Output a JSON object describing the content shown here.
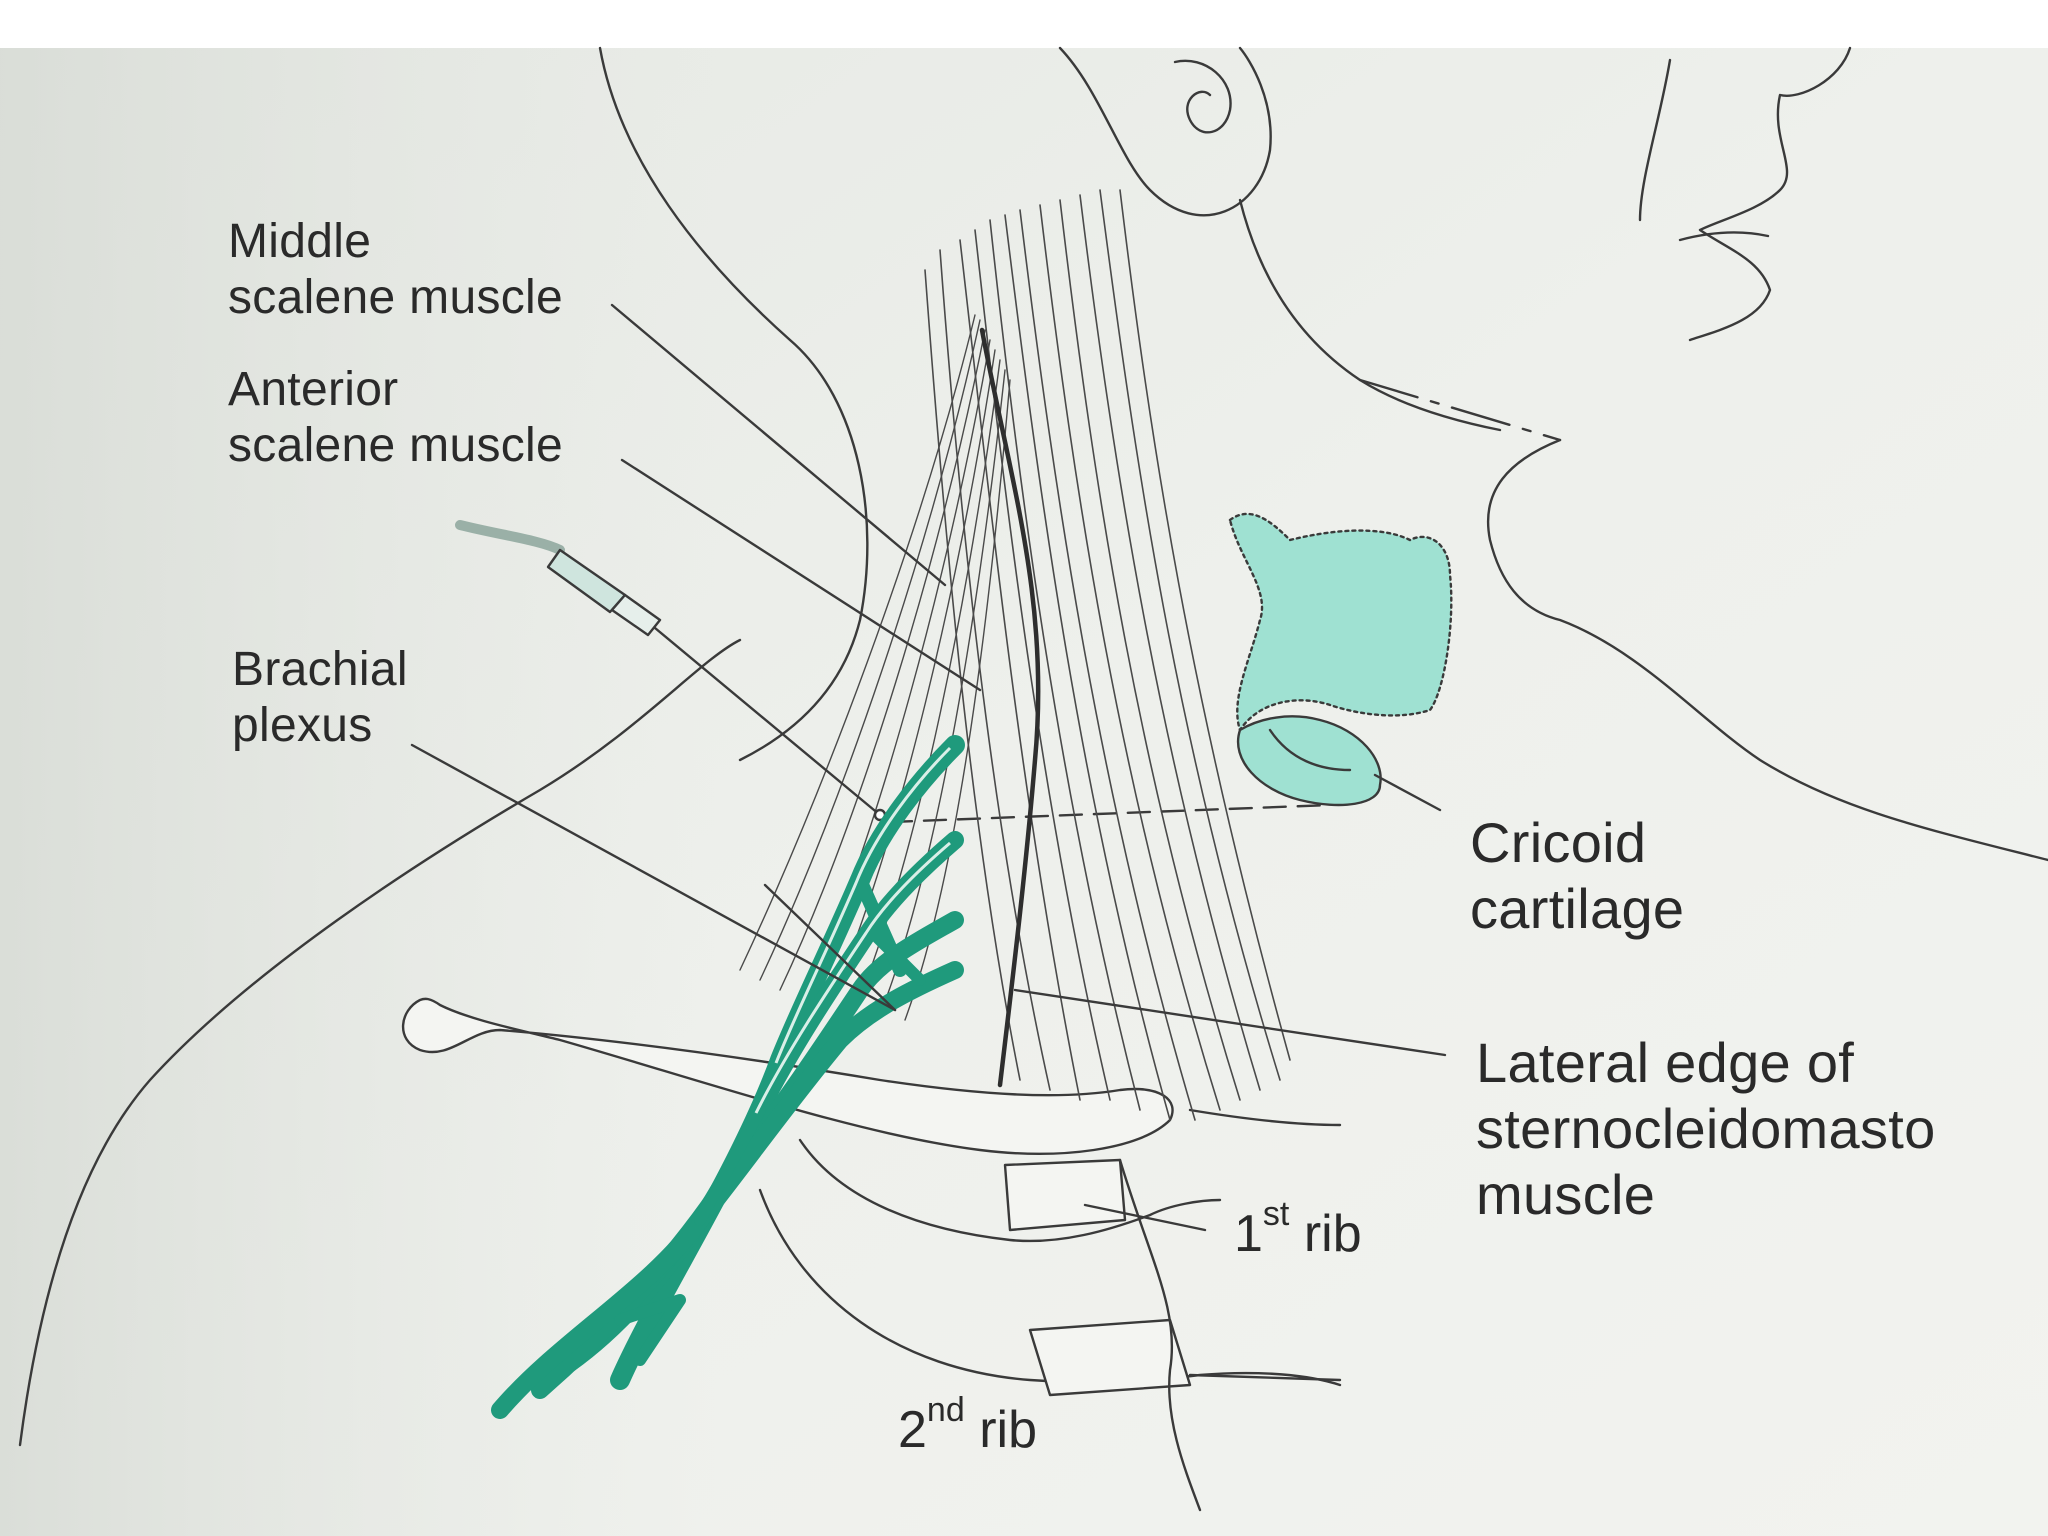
{
  "labels": {
    "middle_scalene": {
      "line1": "Middle",
      "line2": "scalene muscle"
    },
    "anterior_scalene": {
      "line1": "Anterior",
      "line2": "scalene muscle"
    },
    "brachial_plexus": {
      "line1": "Brachial",
      "line2": "plexus"
    },
    "cricoid": {
      "line1": "Cricoid",
      "line2": "cartilage"
    },
    "lateral_edge": {
      "line1": "Lateral edge of",
      "line2": "sternocleidomasto",
      "line3": "muscle"
    },
    "first_rib": {
      "num": "1",
      "sup": "st",
      "word": "rib"
    },
    "second_rib": {
      "num": "2",
      "sup": "nd",
      "word": "rib"
    }
  },
  "colors": {
    "nerve": "#1f9a7c",
    "cartilage": "#9fe1d2",
    "ink": "#3a3a3a",
    "paper": "#eef0ec"
  }
}
